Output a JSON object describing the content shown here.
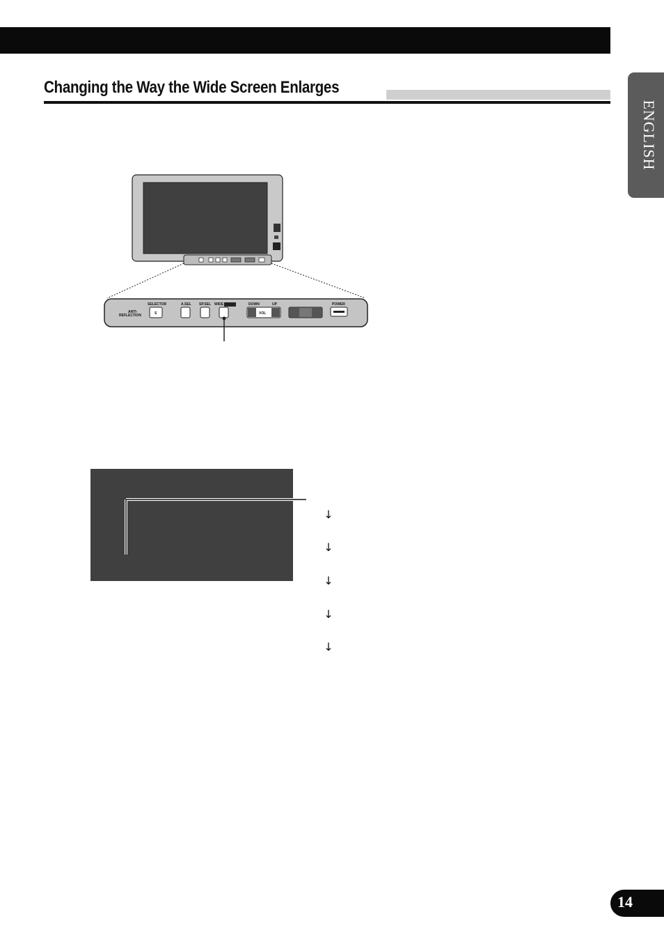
{
  "section": {
    "title": "Changing the Way the Wide Screen Enlarges"
  },
  "side_tab": {
    "label": "ENGLISH"
  },
  "page_number": "14",
  "figure": {
    "panel_labels": {
      "anti_reflection_1": "ANTI-",
      "anti_reflection_2": "REFLECTION",
      "selector": "SELECTOR",
      "selector_key": "S",
      "asel": "A.SEL",
      "spsel": "SP.SEL",
      "wide": "WIDE",
      "down": "DOWN",
      "up": "UP",
      "vol": "VOL",
      "power": "POWER"
    }
  },
  "mode_sequence": {
    "arrows": [
      "↓",
      "↓",
      "↓",
      "↓",
      "↓"
    ]
  },
  "colors": {
    "header_bar": "#0a0a0a",
    "tab": "#5b5b5b",
    "screen": "#404040",
    "title_shade": "#cfcfcf"
  }
}
